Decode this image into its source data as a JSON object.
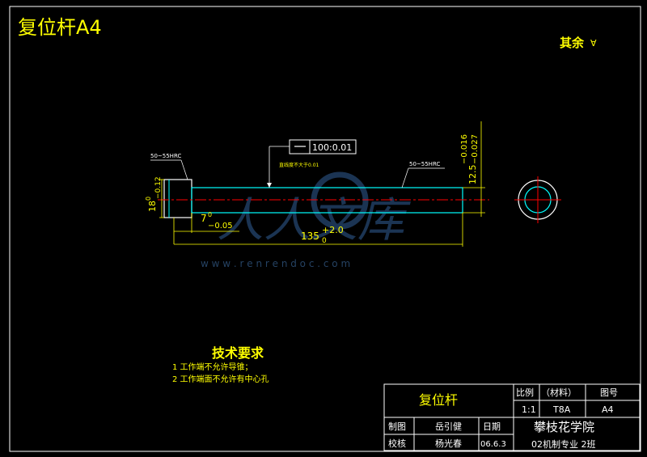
{
  "drawing": {
    "corner_title": "复位杆A4",
    "surface_note": "其余",
    "surface_symbol": "∀"
  },
  "dimensions": {
    "left_dia_main": "18",
    "left_dia_upper": "0",
    "left_dia_lower": "−0.12",
    "head_len_main": "7",
    "head_len_upper": "0",
    "head_len_lower": "−0.05",
    "total_len_main": "135",
    "total_len_upper": "+2.0",
    "total_len_lower": "0",
    "right_dia_main": "12.5",
    "right_dia_upper": "−0.016",
    "right_dia_lower": "−0.027"
  },
  "annotations": {
    "hardness_head": "50~55HRC",
    "hardness_shaft": "50~55HRC",
    "straightness_note": "直线度不大于0.01",
    "tolerance_value": "100:0.01"
  },
  "watermark": {
    "chars": "人人文库",
    "url": "w w w . r e n r e n d o c . c o m"
  },
  "requirements": {
    "title": "技术要求",
    "items": [
      "1  工作端不允许导锥；",
      "2  工作端面不允许有中心孔"
    ]
  },
  "title_block": {
    "part_name": "复位杆",
    "scale_label": "比例",
    "material_label": "（材料）",
    "drawing_no_label": "图号",
    "scale_value": "1:1",
    "material_value": "T8A",
    "drawing_no_value": "A4",
    "drawn_label": "制图",
    "drawn_name": "岳引健",
    "date_label": "日期",
    "school": "攀枝花学院",
    "checked_label": "校核",
    "checked_name": "杨光春",
    "date_value": "06.6.3",
    "class_info": "02机制专业 2班"
  },
  "colors": {
    "background": "#000000",
    "outline": "#ffffff",
    "dimension": "#ffff00",
    "centerline": "#ff0000",
    "body": "#00ffff",
    "watermark": "#1e3a5c"
  }
}
